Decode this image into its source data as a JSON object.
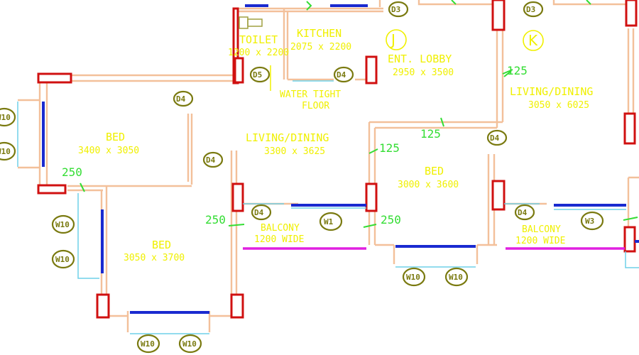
{
  "drawing": {
    "type": "architectural floor plan",
    "rooms": [
      {
        "id": "toilet",
        "name": "TOILET",
        "dims": "1200 x 2200"
      },
      {
        "id": "kitchen",
        "name": "KITCHEN",
        "dims": "2075 x 2200"
      },
      {
        "id": "ent_lobby",
        "name": "ENT. LOBBY",
        "dims": "2950 x 3500"
      },
      {
        "id": "living_dining_right",
        "name": "LIVING/DINING",
        "dims": "3050 x 6025"
      },
      {
        "id": "bed_top_left",
        "name": "BED",
        "dims": "3400 x 3050"
      },
      {
        "id": "living_dining_center",
        "name": "LIVING/DINING",
        "dims": "3300 x 3625"
      },
      {
        "id": "bed_center",
        "name": "BED",
        "dims": "3000 x 3600"
      },
      {
        "id": "bed_bottom_left",
        "name": "BED",
        "dims": "3050 x 3700"
      },
      {
        "id": "balcony_center",
        "name": "BALCONY",
        "dims": "1200 WIDE"
      },
      {
        "id": "balcony_right",
        "name": "BALCONY",
        "dims": "1200 WIDE"
      }
    ],
    "notes": {
      "water_tight_1": "WATER TIGHT",
      "water_tight_2": "FLOOR"
    },
    "markers": {
      "j": "J",
      "k": "K"
    },
    "tags": {
      "d3": "D3",
      "d4": "D4",
      "d5": "D5",
      "w1": "W1",
      "w3": "W3",
      "w10": "W10"
    },
    "dimensions": {
      "d125": "125",
      "d250": "250"
    },
    "colors": {
      "wall": "#f3c09a",
      "column": "#d01010",
      "window_glass": "#1a2ad0",
      "window_frame": "#6fd0e8",
      "railing": "#e020e0",
      "room_text": "#f0f000",
      "dimension_text": "#33dd33",
      "tag": "#7a7a10"
    }
  }
}
